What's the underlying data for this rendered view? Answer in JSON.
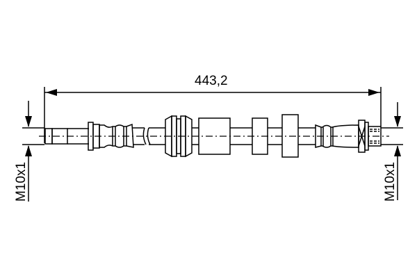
{
  "drawing": {
    "type": "brake hose technical drawing",
    "overall_length_label": "443,2",
    "left_thread_label": "M10x1",
    "right_thread_label": "M10x1",
    "line_color": "#000000",
    "background_color": "#ffffff"
  }
}
